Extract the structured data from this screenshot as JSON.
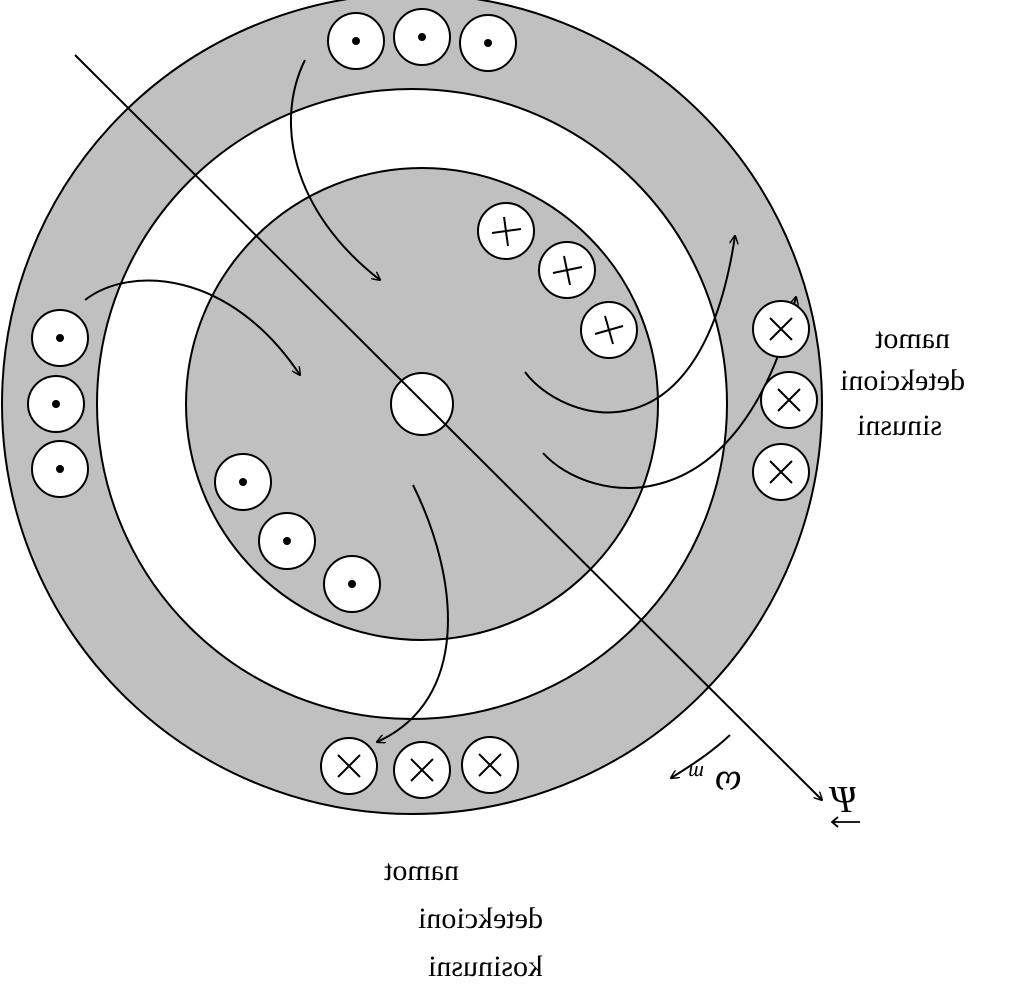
{
  "labels": {
    "sine_winding": [
      "namot",
      "detekcioni",
      "sinusni"
    ],
    "cosine_winding": [
      "namot",
      "detekcioni",
      "kosinusni"
    ],
    "flux_symbol": "Ψ",
    "omega_symbol": "ω",
    "omega_subscript": "m"
  },
  "conductor_symbols": {
    "out_of_page": "dot",
    "into_page": "cross"
  },
  "colors": {
    "iron": "#c0c0c0",
    "background": "#ffffff",
    "stroke": "#000000"
  }
}
